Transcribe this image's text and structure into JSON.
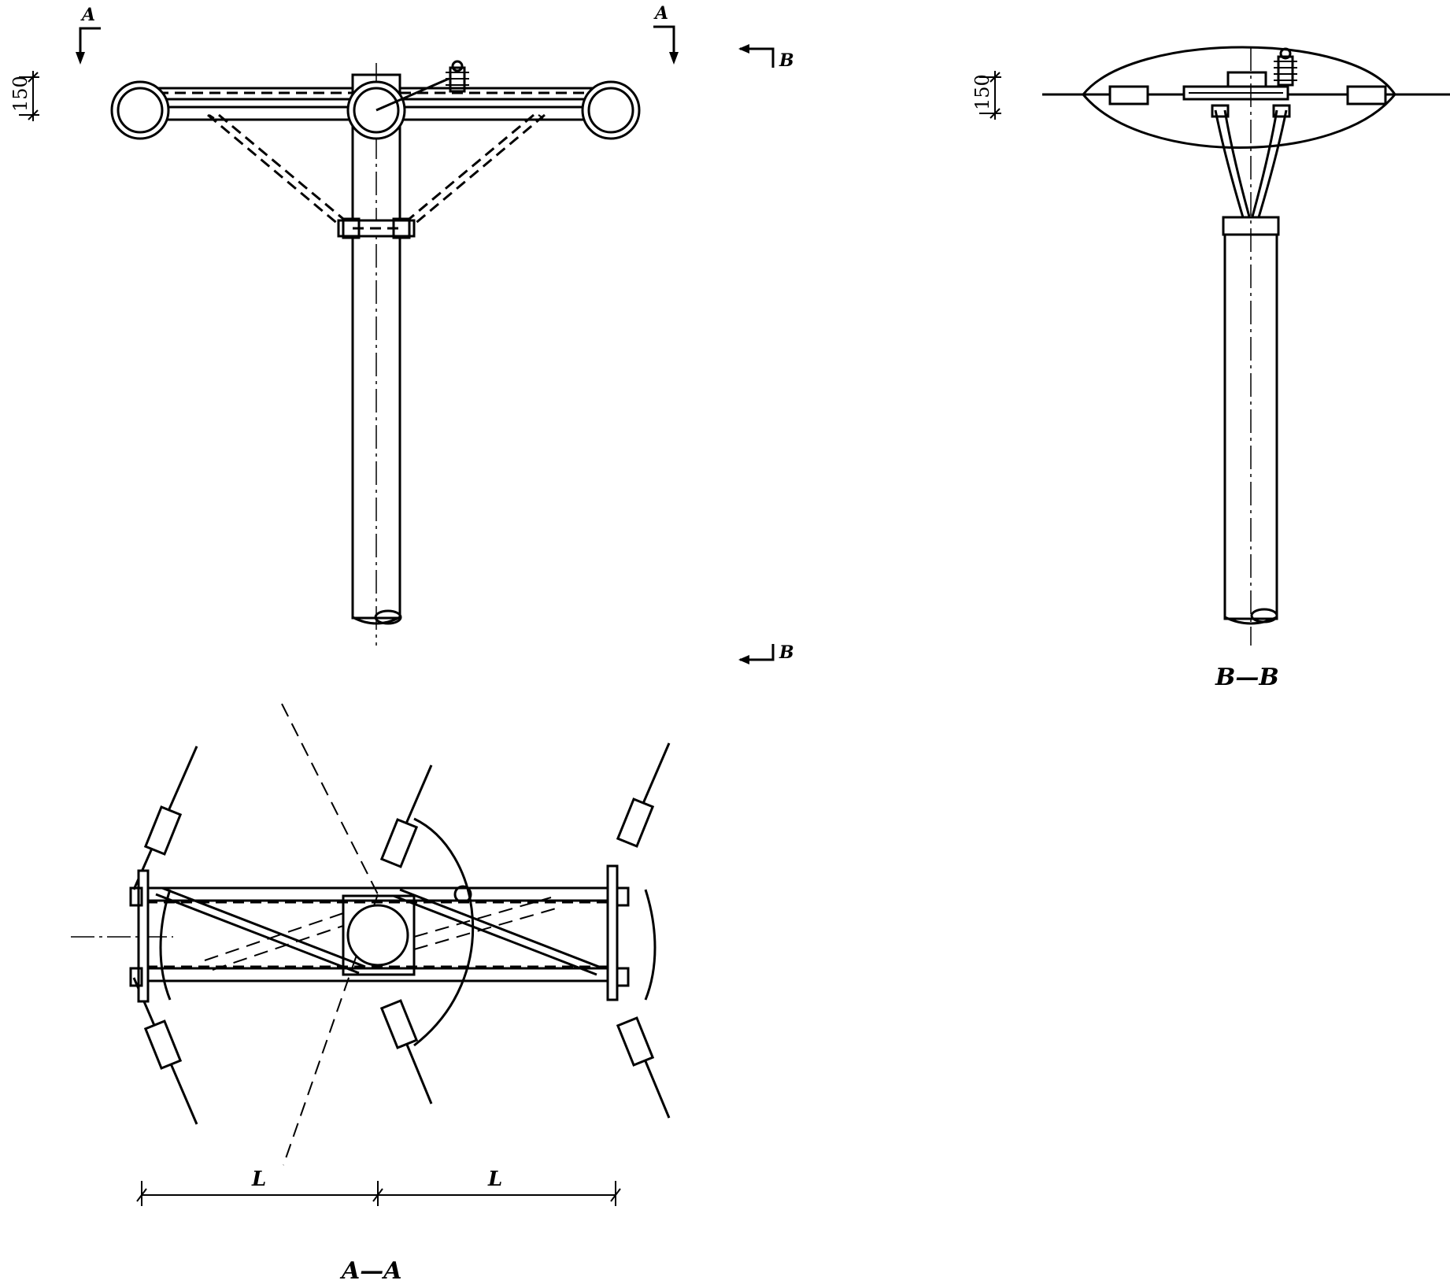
{
  "labels": {
    "cut_a": "A",
    "cut_b": "B",
    "dim_150": "150",
    "dim_l": "L",
    "section_bb": "B—B",
    "section_aa": "A—A"
  }
}
